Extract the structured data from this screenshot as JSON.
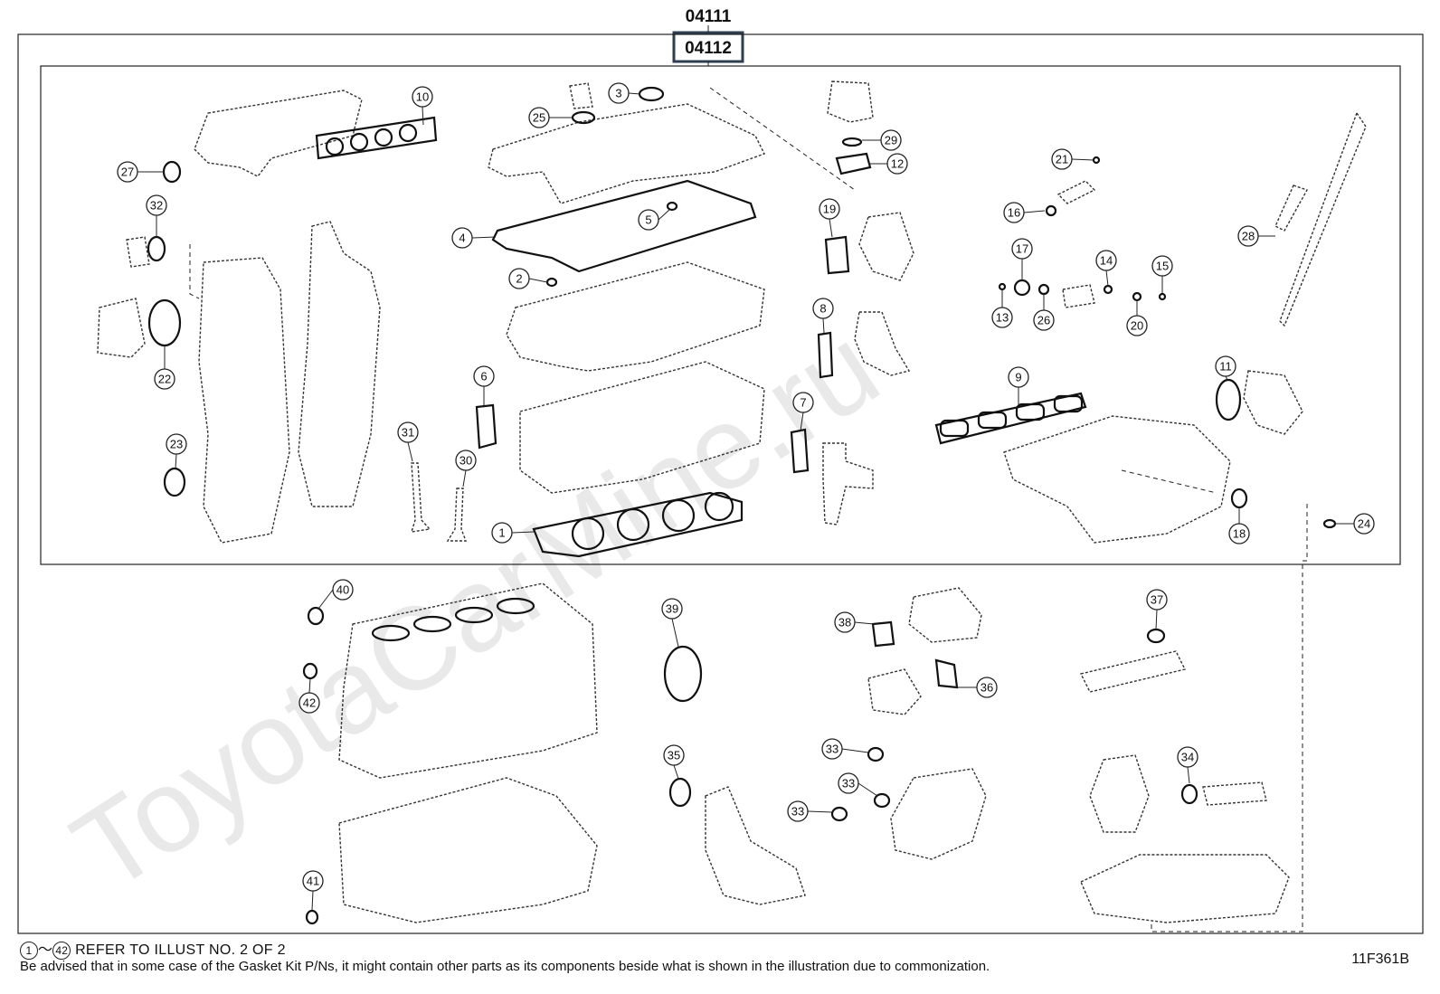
{
  "header": {
    "kit_number_outer": "04111",
    "kit_number_inner": "04112"
  },
  "watermark": "ToyotaCarMine.ru",
  "callouts": [
    "1",
    "2",
    "3",
    "4",
    "5",
    "6",
    "7",
    "8",
    "9",
    "10",
    "11",
    "12",
    "13",
    "14",
    "15",
    "16",
    "17",
    "18",
    "19",
    "20",
    "21",
    "22",
    "23",
    "24",
    "25",
    "26",
    "27",
    "28",
    "29",
    "30",
    "31",
    "32",
    "33",
    "33",
    "33",
    "34",
    "35",
    "36",
    "37",
    "38",
    "39",
    "40",
    "41",
    "42"
  ],
  "footer": {
    "range_start": "1",
    "range_tilde": "～",
    "range_end": "42",
    "refer_text": "REFER TO ILLUST NO. 2 OF 2",
    "advisory": "Be advised that in some case of the Gasket Kit P/Ns,  it might contain other parts as its components beside what is shown in the illustration due to commonization.",
    "figure_code": "11F361B"
  }
}
